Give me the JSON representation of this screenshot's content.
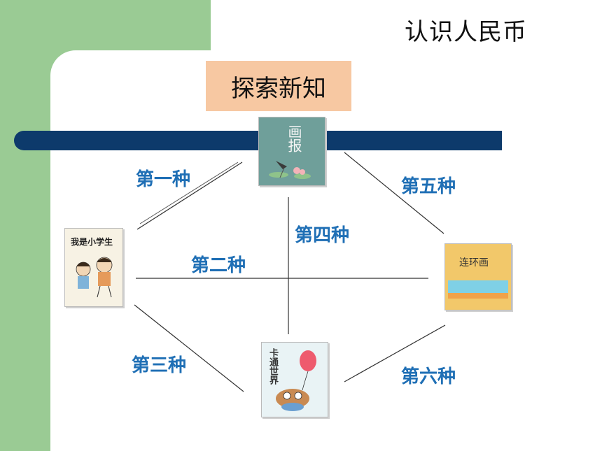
{
  "page": {
    "title": "认识人民币",
    "section": "探索新知"
  },
  "books": [
    {
      "id": "huabao",
      "title": "画报"
    },
    {
      "id": "xiaoxuesheng",
      "title": "我是小学生"
    },
    {
      "id": "lianhuanhua",
      "title": "连环画"
    },
    {
      "id": "katong",
      "title": "卡通世界"
    }
  ],
  "pairings": [
    {
      "label": "第一种"
    },
    {
      "label": "第二种"
    },
    {
      "label": "第三种"
    },
    {
      "label": "第四种"
    },
    {
      "label": "第五种"
    },
    {
      "label": "第六种"
    }
  ]
}
